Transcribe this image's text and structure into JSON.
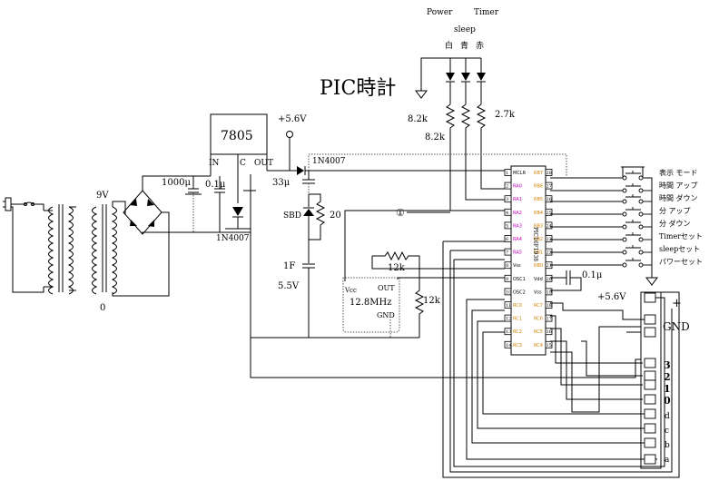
{
  "labels": {
    "title": "PIC時計",
    "power": "Power",
    "timer": "Timer",
    "sleep": "sleep",
    "led_white": "白",
    "led_blue": "青",
    "led_red": "赤",
    "r1": "8.2k",
    "r2": "8.2k",
    "r3": "2.7k",
    "vcc_top": "+5.6V",
    "reg": "7805",
    "reg_in": "IN",
    "reg_c": "C",
    "reg_out": "OUT",
    "diode_top": "1N4007",
    "diode_bot": "1N4007",
    "xfmr_9v": "9V",
    "xfmr_0": "0",
    "cap1": "1000μ",
    "cap2": "0.1μ",
    "cap3": "33μ",
    "sbd": "SBD",
    "r20": "20",
    "supercap": "1F",
    "supercap_v": "5.5V",
    "osc_vcc": "Vcc",
    "osc_out": "OUT",
    "osc_gnd": "GND",
    "osc_freq": "12.8MHz",
    "r12a": "12k",
    "r12b": "12k",
    "cap_01b": "0.1μ",
    "vcc_mid": "+5.6V",
    "circle1": "①",
    "mcu": "PIC16F1938",
    "sw1": "表示 モード",
    "sw2": "時間 アップ",
    "sw3": "時間 ダウン",
    "sw4": "分 アップ",
    "sw5": "分 ダウン",
    "sw6": "Timerセット",
    "sw7": "sleepセット",
    "sw8": "パワーセット",
    "conn_plus": "+",
    "conn_gnd": "GND",
    "conn_3": "3",
    "conn_2": "2",
    "conn_1": "1",
    "conn_0": "0",
    "conn_d": "d",
    "conn_c": "c",
    "conn_b": "b",
    "conn_a": "a"
  },
  "pins_left": [
    {
      "n": "1",
      "t": "MCLR",
      "c": "k"
    },
    {
      "n": "2",
      "t": "RA0",
      "c": "m"
    },
    {
      "n": "3",
      "t": "RA1",
      "c": "m"
    },
    {
      "n": "4",
      "t": "RA2",
      "c": "m"
    },
    {
      "n": "5",
      "t": "RA3",
      "c": "m"
    },
    {
      "n": "6",
      "t": "RA4",
      "c": "m"
    },
    {
      "n": "7",
      "t": "RA5",
      "c": "m"
    },
    {
      "n": "8",
      "t": "Vss",
      "c": "k"
    },
    {
      "n": "9",
      "t": "OSC1",
      "c": "k"
    },
    {
      "n": "10",
      "t": "OSC2",
      "c": "k"
    },
    {
      "n": "11",
      "t": "RC0",
      "c": "o"
    },
    {
      "n": "12",
      "t": "RC1",
      "c": "o"
    },
    {
      "n": "13",
      "t": "RC2",
      "c": "o"
    },
    {
      "n": "14",
      "t": "RC3",
      "c": "o"
    }
  ],
  "pins_right": [
    {
      "n": "28",
      "t": "RB7",
      "c": "o"
    },
    {
      "n": "27",
      "t": "RB6",
      "c": "o"
    },
    {
      "n": "26",
      "t": "RB5",
      "c": "o"
    },
    {
      "n": "25",
      "t": "RB4",
      "c": "o"
    },
    {
      "n": "24",
      "t": "RB3",
      "c": "o"
    },
    {
      "n": "23",
      "t": "RB2",
      "c": "o"
    },
    {
      "n": "22",
      "t": "RB1",
      "c": "o"
    },
    {
      "n": "21",
      "t": "RB0",
      "c": "o"
    },
    {
      "n": "20",
      "t": "Vdd",
      "c": "k"
    },
    {
      "n": "19",
      "t": "Vss",
      "c": "k"
    },
    {
      "n": "18",
      "t": "RC7",
      "c": "o"
    },
    {
      "n": "17",
      "t": "RC6",
      "c": "o"
    },
    {
      "n": "16",
      "t": "RC5",
      "c": "o"
    },
    {
      "n": "15",
      "t": "RC4",
      "c": "o"
    }
  ]
}
